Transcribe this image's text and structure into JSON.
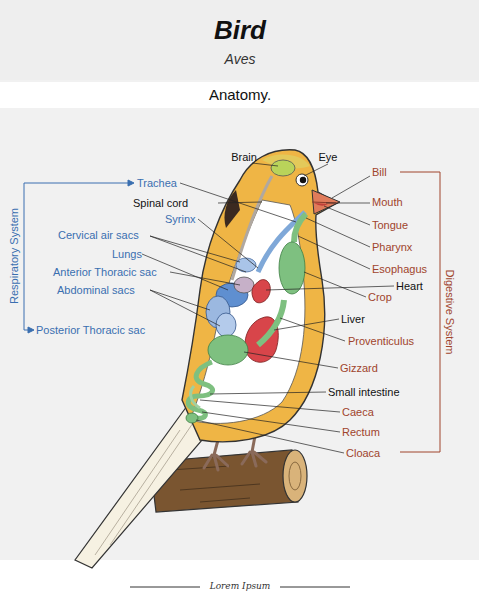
{
  "diagram": {
    "title": "Bird",
    "caption": "Lorem Ipsum",
    "labels": [
      "Aves",
      "Anatomy.",
      "Brain",
      "Eye",
      "Bill",
      "Trachea",
      "Spinal cord",
      "Mouth",
      "Syrinx",
      "Tongue",
      "Cervical air sacs",
      "Pharynx",
      "Lungs",
      "Esophagus",
      "Anterior Thoracic sac",
      "Heart",
      "Abdominal sacs",
      "Crop",
      "Liver",
      "Posterior Thoracic sac",
      "Proventiculus",
      "Gizzard",
      "Small intestine",
      "Caeca",
      "Rectum",
      "Cloaca",
      "Respiratory System",
      "Digestive System"
    ]
  }
}
